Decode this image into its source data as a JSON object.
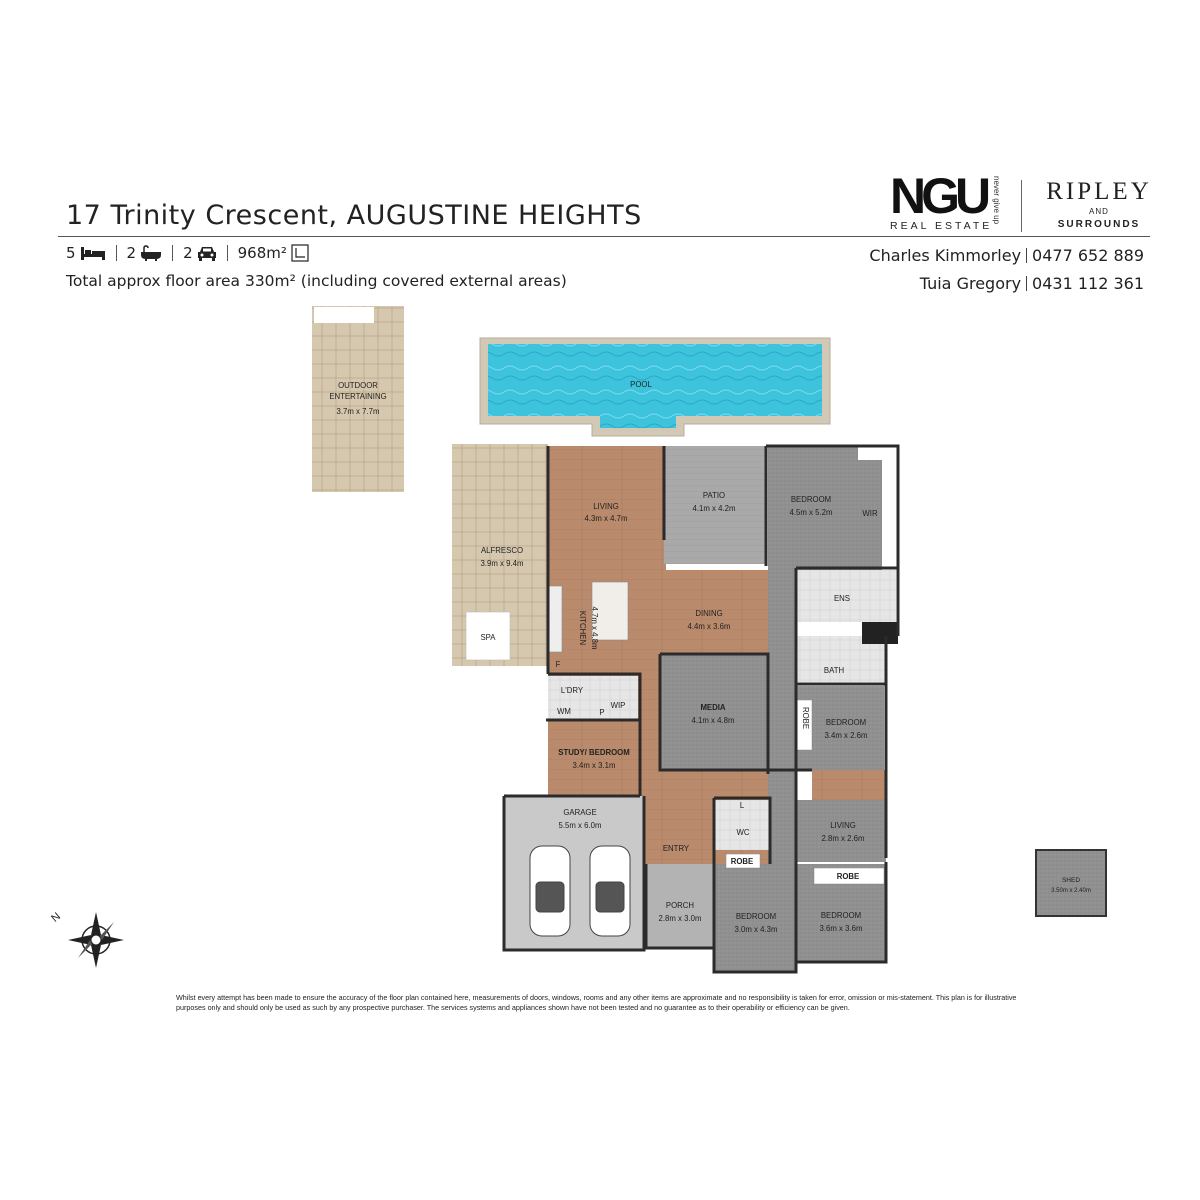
{
  "listing": {
    "address": "17 Trinity Crescent, AUGUSTINE HEIGHTS",
    "bedrooms": "5",
    "bathrooms": "2",
    "cars": "2",
    "land_area": "968m²",
    "floor_area_note": "Total approx floor area 330m² (including covered external areas)"
  },
  "branding": {
    "ngu_logo": "NGU",
    "ngu_sub": "REAL ESTATE",
    "ngu_tagline": "never give up",
    "ripley": "RIPLEY",
    "ripley_and": "AND",
    "ripley_surrounds": "SURROUNDS"
  },
  "agents": [
    {
      "name": "Charles Kimmorley",
      "phone": "0477 652 889"
    },
    {
      "name": "Tuia Gregory",
      "phone": "0431 112 361"
    }
  ],
  "rooms": {
    "outdoor_entertaining": {
      "name_1": "OUTDOOR",
      "name_2": "ENTERTAINING",
      "size": "3.7m x 7.7m"
    },
    "pool": {
      "name": "POOL"
    },
    "alfresco": {
      "name": "ALFRESCO",
      "size": "3.9m x 9.4m"
    },
    "spa": {
      "name": "SPA"
    },
    "living": {
      "name": "LIVING",
      "size": "4.3m x 4.7m"
    },
    "patio": {
      "name": "PATIO",
      "size": "4.1m x 4.2m"
    },
    "bedroom_main": {
      "name": "BEDROOM",
      "size": "4.5m x 5.2m"
    },
    "wir": {
      "name": "WIR"
    },
    "ens": {
      "name": "ENS"
    },
    "dining": {
      "name": "DINING",
      "size": "4.4m x 3.6m"
    },
    "kitchen": {
      "name": "KITCHEN",
      "size": "4.7m x 4.8m"
    },
    "fridge": {
      "name": "F"
    },
    "bath": {
      "name": "BATH"
    },
    "laundry": {
      "name": "L'DRY"
    },
    "wm": {
      "name": "WM"
    },
    "pantry": {
      "name": "P"
    },
    "wip": {
      "name": "WIP"
    },
    "media": {
      "name": "MEDIA",
      "size": "4.1m x 4.8m"
    },
    "robe_1": {
      "name": "ROBE"
    },
    "bedroom_2": {
      "name": "BEDROOM",
      "size": "3.4m x 2.6m"
    },
    "study": {
      "name": "STUDY/ BEDROOM",
      "size": "3.4m x 3.1m"
    },
    "garage": {
      "name": "GARAGE",
      "size": "5.5m x 6.0m"
    },
    "linen": {
      "name": "L"
    },
    "wc": {
      "name": "WC"
    },
    "living_2": {
      "name": "LIVING",
      "size": "2.8m x 2.6m"
    },
    "entry": {
      "name": "ENTRY"
    },
    "robe_2": {
      "name": "ROBE"
    },
    "robe_3": {
      "name": "ROBE"
    },
    "porch": {
      "name": "PORCH",
      "size": "2.8m x 3.0m"
    },
    "bedroom_3": {
      "name": "BEDROOM",
      "size": "3.0m x 4.3m"
    },
    "bedroom_4": {
      "name": "BEDROOM",
      "size": "3.6m x 3.6m"
    },
    "shed": {
      "name": "SHED",
      "size": "3.50m x 2.40m"
    }
  },
  "compass": {
    "north_label": "N"
  },
  "disclaimer": "Whilst every attempt has been made to ensure the accuracy of the floor plan contained here, measurements of doors, windows, rooms and any other items are approximate and no responsibility is taken for error, omission or mis-statement. This plan is for illustrative purposes only and should only be used as such by any prospective purchaser. The services systems and appliances shown have not been tested and no guarantee as to their operability or efficiency can be given.",
  "colors": {
    "timber": "#b98a6c",
    "carpet": "#8f8f8f",
    "tile_stone": "#d4c5ac",
    "pool_water": "#3cc6e0",
    "pool_coping": "#d2c8b6",
    "concrete": "#c9c9c9",
    "wall": "#2b2b2b"
  }
}
